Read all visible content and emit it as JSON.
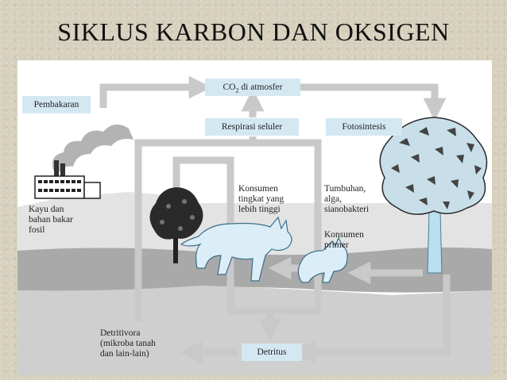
{
  "title": "SIKLUS KARBON DAN OKSIGEN",
  "nodes": {
    "co2_prefix": "CO",
    "co2_sub": "2",
    "co2_suffix": " di atmosfer",
    "respirasi": "Respirasi seluler",
    "fotosintesis": "Fotosintesis",
    "pembakaran": "Pembakaran",
    "kayu_line1": "Kayu dan",
    "kayu_line2": "bahan bakar",
    "kayu_line3": "fosil",
    "konsumen_tinggi_line1": "Konsumen",
    "konsumen_tinggi_line2": "tingkat yang",
    "konsumen_tinggi_line3": "lebih tinggi",
    "tumbuhan_line1": "Tumbuhan,",
    "tumbuhan_line2": "alga,",
    "tumbuhan_line3": "sianobakteri",
    "konsumen_primer_line1": "Konsumen",
    "konsumen_primer_line2": "primer",
    "detritivora_line1": "Detritivora",
    "detritivora_line2": "(mikroba tanah",
    "detritivora_line3": "dan lain-lain)",
    "detritus": "Detritus"
  },
  "colors": {
    "arrow": "#c9c9c9",
    "box_fill": "#d4e8f2",
    "ground": "#a9a9a9",
    "soil": "#cfcfcf",
    "organism_fill": "#dbeef7",
    "tree_dark": "#2a2a2a"
  },
  "icons": [
    "factory-icon",
    "smoke-icon",
    "small-tree-icon",
    "large-tree-icon",
    "lynx-icon",
    "rabbit-icon"
  ]
}
